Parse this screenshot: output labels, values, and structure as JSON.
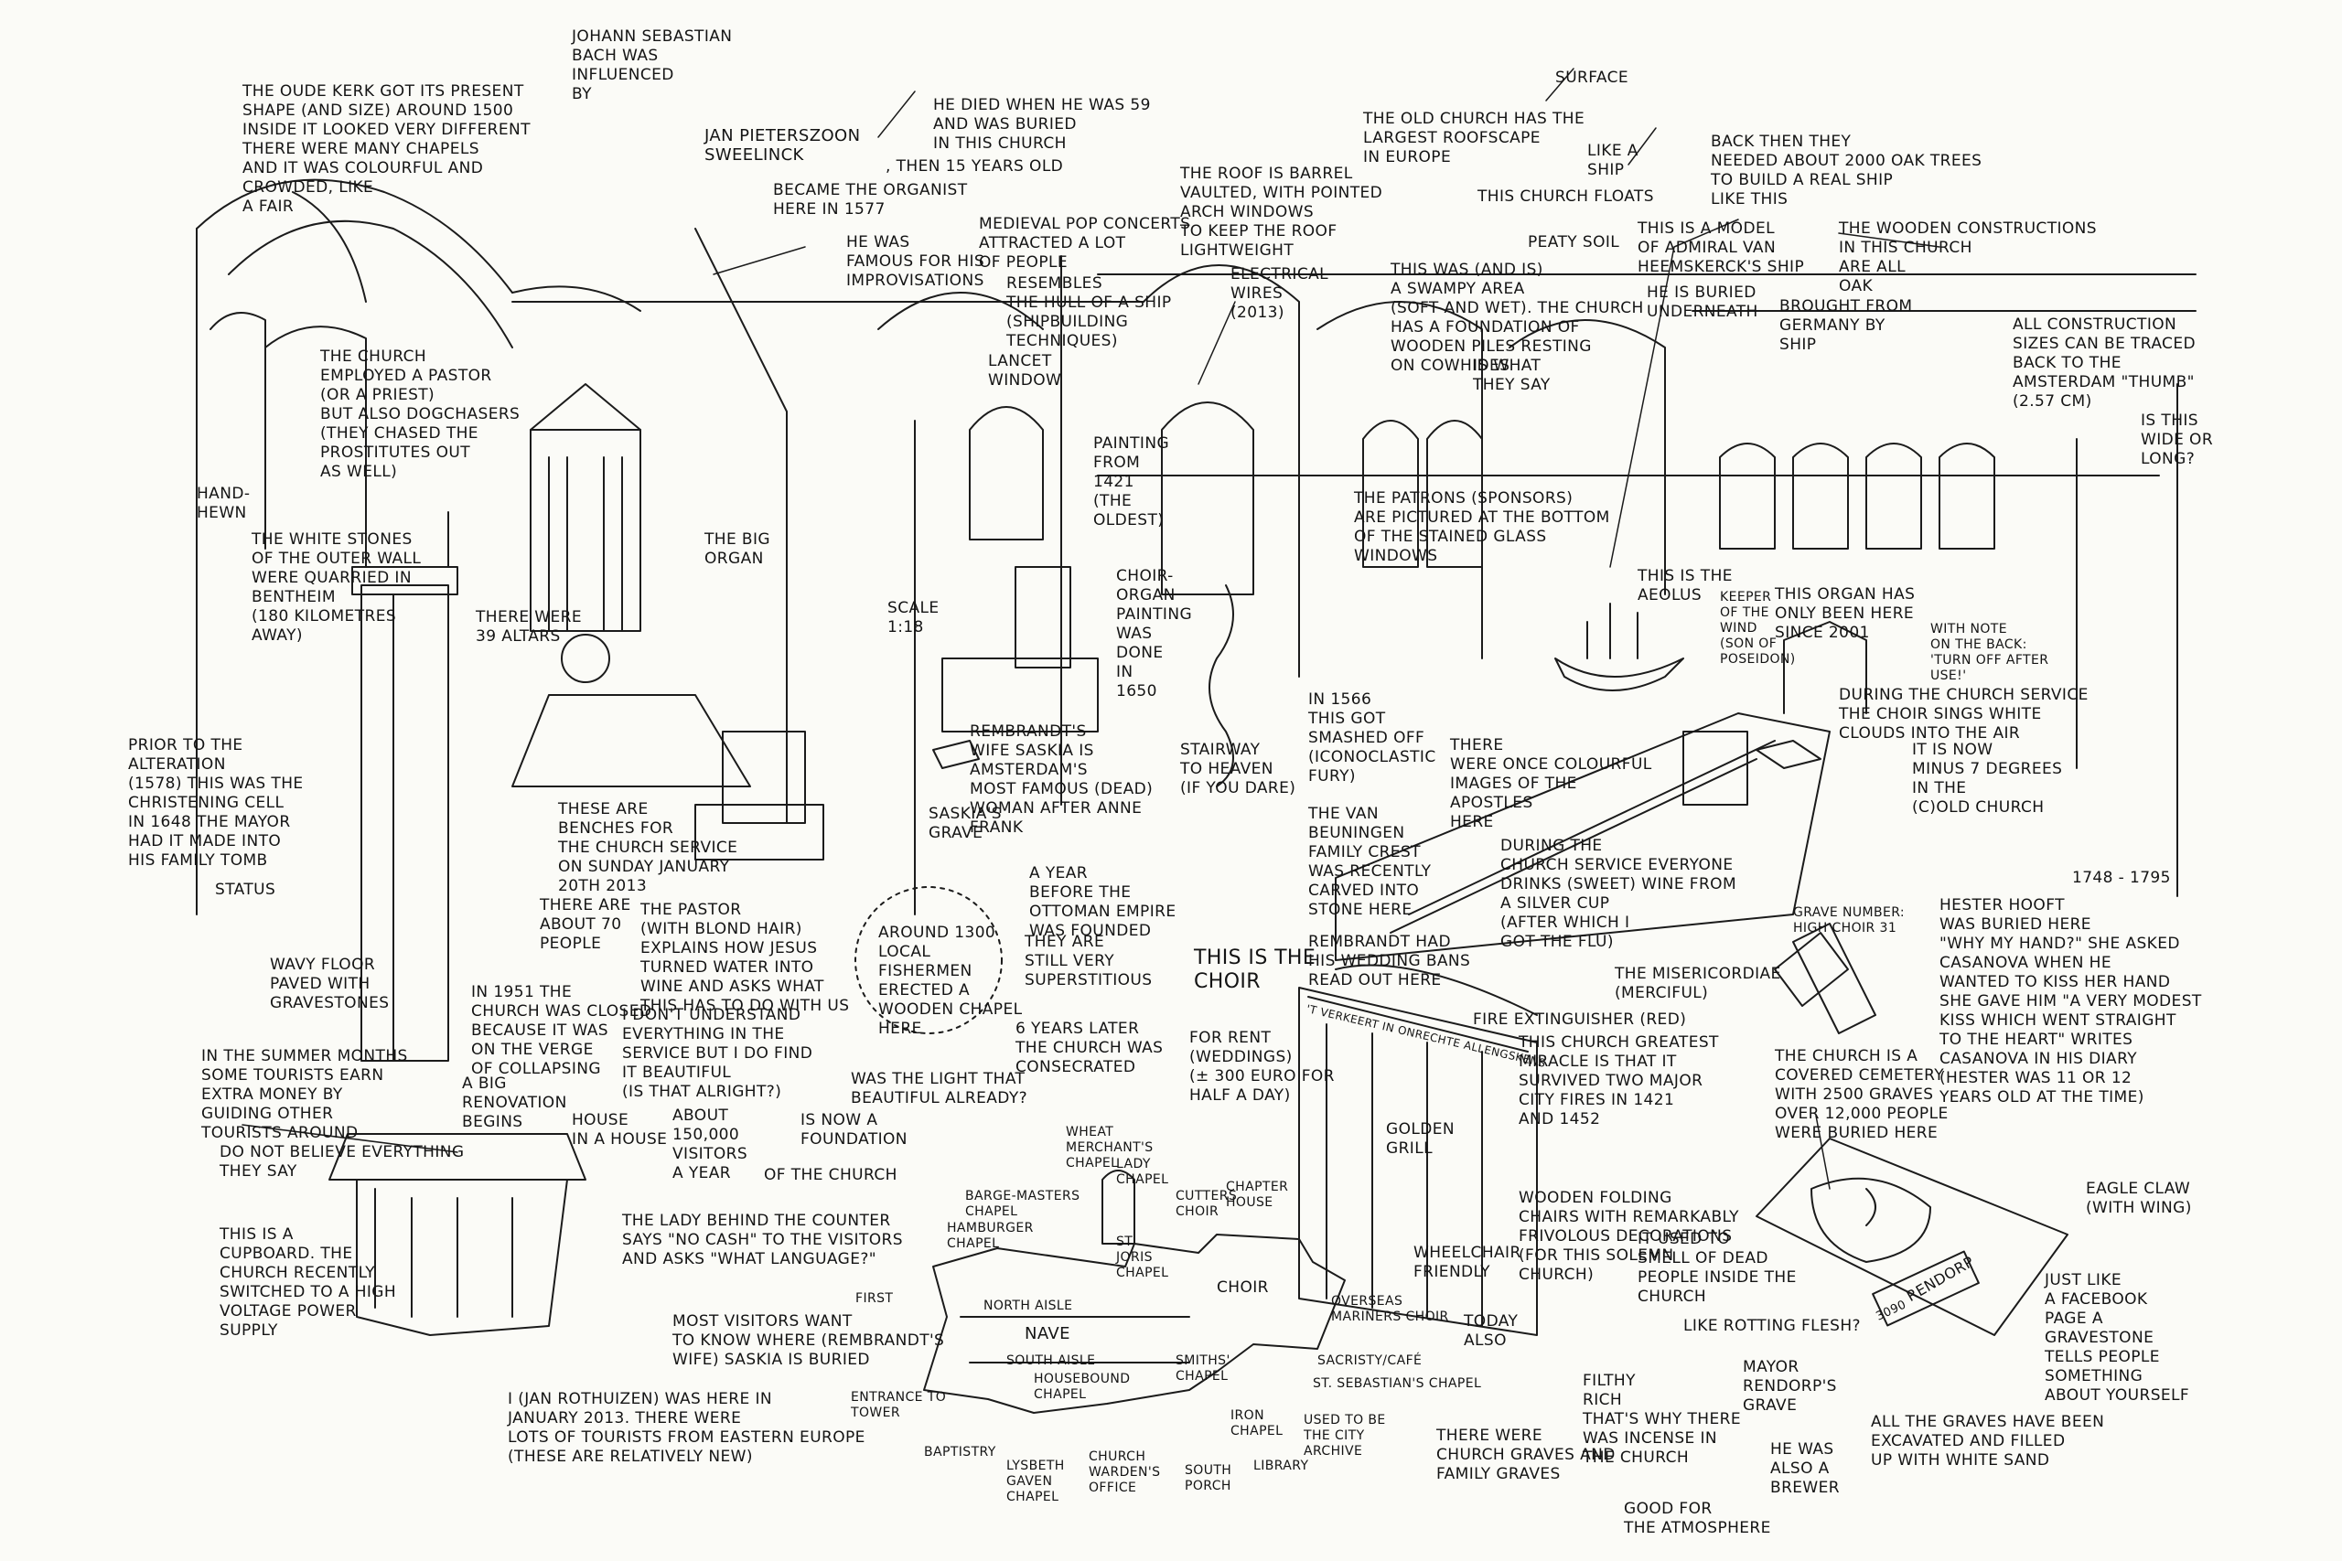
{
  "annotations": {
    "bach": "JOHANN SEBASTIAN\nBACH WAS\nINFLUENCED\nBY",
    "oude_kerk": "THE OUDE KERK GOT ITS PRESENT\nSHAPE (AND SIZE) AROUND 1500\nINSIDE IT LOOKED VERY DIFFERENT\nTHERE WERE MANY CHAPELS\nAND IT WAS COLOURFUL AND\nCROWDED, LIKE\nA FAIR",
    "sweelinck_name": "JAN PIETERSZOON\nSWEELINCK",
    "sweelinck_age": ", THEN 15 YEARS OLD",
    "sweelinck_organist": "BECAME THE ORGANIST\nHERE IN 1577",
    "died": "HE DIED WHEN HE WAS 59\nAND WAS BURIED\nIN THIS CHURCH",
    "famous": "HE WAS\nFAMOUS FOR HIS\nIMPROVISATIONS",
    "pop_concerts": "MEDIEVAL POP CONCERTS\nATTRACTED A LOT\nOF PEOPLE",
    "surface": "SURFACE",
    "largest_roofscape": "THE OLD CHURCH HAS THE\nLARGEST ROOFSCAPE\nIN EUROPE",
    "barrel_roof": "THE ROOF IS BARREL\nVAULTED, WITH POINTED\nARCH WINDOWS\nTO KEEP THE ROOF\nLIGHTWEIGHT",
    "like_a_ship": "LIKE A\nSHIP",
    "floats": "THIS CHURCH FLOATS",
    "peaty": "PEATY SOIL",
    "swampy": "THIS WAS (AND IS)\nA SWAMPY AREA\n(SOFT AND WET). THE CHURCH\nHAS A FOUNDATION OF\nWOODEN PILES RESTING\nON COWHIDES",
    "what_they_say": "IS WHAT\nTHEY SAY",
    "oak_trees": "BACK THEN THEY\nNEEDED ABOUT 2000 OAK TREES\nTO BUILD A REAL SHIP\nLIKE THIS",
    "model_ship": "THIS IS A MODEL\nOF ADMIRAL VAN\nHEEMSKERCK'S SHIP",
    "buried_underneath": "HE IS BURIED\nUNDERNEATH",
    "wooden_oak": "THE WOODEN CONSTRUCTIONS\nIN THIS CHURCH\nARE ALL\nOAK",
    "construction_thumb": "ALL CONSTRUCTION\nSIZES CAN BE TRACED\nBACK TO THE\nAMSTERDAM \"THUMB\"\n(2.57 CM)",
    "wide_long": "IS THIS\nWIDE OR\nLONG?",
    "resembles_hull": "RESEMBLES\nTHE HULL OF A SHIP\n(SHIPBUILDING\nTECHNIQUES)",
    "electrical": "ELECTRICAL\nWIRES\n(2013)",
    "germany": "BROUGHT FROM\nGERMANY BY\nSHIP",
    "lancet": "LANCET\nWINDOW",
    "pastor": "THE CHURCH\nEMPLOYED A PASTOR\n(OR A PRIEST)\nBUT ALSO DOGCHASERS\n(THEY CHASED THE\nPROSTITUTES OUT\nAS WELL)",
    "painting_1421": "PAINTING\nFROM\n1421\n(THE\nOLDEST)",
    "hand_hewn": "HAND-\nHEWN",
    "white_stones": "THE WHITE STONES\nOF THE OUTER WALL\nWERE QUARRIED IN\nBENTHEIM\n(180 KILOMETRES\nAWAY)",
    "big_organ": "THE BIG\nORGAN",
    "altars": "THERE WERE\n39 ALTARS",
    "scale": "SCALE\n1:18",
    "choir_organ": "CHOIR-\nORGAN\nPAINTING\nWAS\nDONE\nIN\n1650",
    "patrons": "THE PATRONS (SPONSORS)\nARE PICTURED AT THE BOTTOM\nOF THE STAINED GLASS\nWINDOWS",
    "aeolus": "THIS IS THE\nAEOLUS",
    "keeper": "KEEPER\nOF THE\nWIND\n(SON OF\nPOSEIDON)",
    "organ_2001": "THIS ORGAN HAS\nONLY BEEN HERE\nSINCE 2001",
    "note_back": "WITH NOTE\nON THE BACK:\n'TURN OFF AFTER\nUSE!'",
    "white_clouds": "DURING THE CHURCH SERVICE\nTHE CHOIR SINGS WHITE\nCLOUDS INTO THE AIR",
    "minus_7": "IT IS NOW\nMINUS 7 DEGREES\nIN THE\n(C)OLD CHURCH",
    "1566": "IN 1566\nTHIS GOT\nSMASHED OFF\n(ICONOCLASTIC\nFURY)",
    "apostles": "THERE\nWERE ONCE COLOURFUL\nIMAGES OF THE\nAPOSTLES\nHERE",
    "stairway": "STAIRWAY\nTO HEAVEN\n(IF YOU DARE)",
    "rembrandt_wife": "REMBRANDT'S\nWIFE SASKIA IS\nAMSTERDAM'S\nMOST FAMOUS (DEAD)\nWOMAN AFTER ANNE\nFRANK",
    "saskia_grave": "SASKIA'S\nGRAVE",
    "christening": "PRIOR TO THE\nALTERATION\n(1578) THIS WAS THE\nCHRISTENING CELL\nIN 1648 THE MAYOR\nHAD IT MADE INTO\nHIS FAMILY TOMB",
    "status": "STATUS",
    "benches": "THESE ARE\nBENCHES FOR\nTHE CHURCH SERVICE\nON SUNDAY JANUARY\n20TH 2013",
    "seventy": "THERE ARE\nABOUT 70\nPEOPLE",
    "pastor_blond": "THE PASTOR\n(WITH BLOND HAIR)\nEXPLAINS HOW JESUS\nTURNED WATER INTO\nWINE AND ASKS WHAT\nTHIS HAS TO DO WITH US",
    "dont_understand": "I DON'T UNDERSTAND\nEVERYTHING IN THE\nSERVICE BUT I DO FIND\nIT BEAUTIFUL\n(IS THAT ALRIGHT?)",
    "year_before": "A YEAR\nBEFORE THE\nOTTOMAN EMPIRE\nWAS FOUNDED",
    "around_1300": "AROUND 1300\nLOCAL\nFISHERMEN\nERECTED A\nWOODEN CHAPEL\nHERE",
    "superstitious": "THEY ARE\nSTILL VERY\nSUPERSTITIOUS",
    "six_years": "6 YEARS LATER\nTHE CHURCH WAS\nCONSECRATED",
    "light": "WAS THE LIGHT THAT\nBEAUTIFUL ALREADY?",
    "van_beuningen": "THE VAN\nBEUNINGEN\nFAMILY CREST\nWAS RECENTLY\nCARVED INTO\nSTONE HERE",
    "cup": "DURING THE\nCHURCH SERVICE EVERYONE\nDRINKS (SWEET) WINE FROM\nA SILVER CUP\n(AFTER WHICH I\nGOT THE FLU)",
    "choir": "THIS IS THE\nCHOIR",
    "wedding_bans": "REMBRANDT HAD\nHIS WEDDING BANS\nREAD OUT HERE",
    "for_rent": "FOR RENT\n(WEDDINGS)\n(± 300 EURO FOR\nHALF A DAY)",
    "misericordiae": "THE MISERICORDIAE\n(MERCIFUL)",
    "fire_ext": "FIRE EXTINGUISHER (RED)",
    "miracle": "THIS CHURCH GREATEST\nMIRACLE IS THAT IT\nSURVIVED TWO MAJOR\nCITY FIRES IN 1421\nAND 1452",
    "golden_grill": "GOLDEN\nGRILL",
    "hooft_dates": "1748 - 1795",
    "hooft": "HESTER HOOFT\nWAS BURIED HERE\n\"WHY MY HAND?\" SHE ASKED\nCASANOVA WHEN HE\nWANTED TO KISS HER HAND\nSHE GAVE HIM \"A VERY MODEST\nKISS WHICH WENT STRAIGHT\nTO THE HEART\" WRITES\nCASANOVA IN HIS DIARY\n(HESTER WAS 11 OR 12\nYEARS OLD AT THE TIME)",
    "grave_number": "GRAVE NUMBER:\nHIGH CHOIR 31",
    "cemetery": "THE CHURCH IS A\nCOVERED CEMETERY\nWITH 2500 GRAVES\nOVER 12,000 PEOPLE\nWERE BURIED HERE",
    "wavy": "WAVY FLOOR\nPAVED WITH\nGRAVESTONES",
    "closed_1951": "IN 1951 THE\nCHURCH WAS CLOSED\nBECAUSE IT WAS\nON THE VERGE\nOF COLLAPSING",
    "renovation": "A BIG\nRENOVATION\nBEGINS",
    "summer": "IN THE SUMMER MONTHS\nSOME TOURISTS EARN\nEXTRA MONEY BY\nGUIDING OTHER\nTOURISTS AROUND",
    "do_not_believe": "DO NOT BELIEVE EVERYTHING\nTHEY SAY",
    "house": "HOUSE\nIN A HOUSE",
    "visitors": "ABOUT\n150,000\nVISITORS\nA YEAR",
    "foundation": "IS NOW A\nFOUNDATION",
    "of_the_church": "OF THE CHURCH",
    "no_cash": "THE LADY BEHIND THE COUNTER\nSAYS \"NO CASH\" TO THE VISITORS\nAND ASKS \"WHAT LANGUAGE?\"",
    "first": "FIRST",
    "know_where": "MOST VISITORS WANT\nTO KNOW WHERE (REMBRANDT'S\nWIFE) SASKIA IS BURIED",
    "cupboard": "THIS IS A\nCUPBOARD. THE\nCHURCH RECENTLY\nSWITCHED TO A HIGH\nVOLTAGE POWER\nSUPPLY",
    "jan": "I (JAN ROTHUIZEN) WAS HERE IN\nJANUARY 2013. THERE WERE\nLOTS OF TOURISTS FROM EASTERN EUROPE\n(THESE ARE RELATIVELY NEW)",
    "wooden_chairs": "WOODEN FOLDING\nCHAIRS WITH REMARKABLY\nFRIVOLOUS DECORATIONS\n(FOR THIS SOLEMN\nCHURCH)",
    "smell": "IT USED TO\nSMELL OF DEAD\nPEOPLE INSIDE THE\nCHURCH",
    "rotting": "LIKE ROTTING FLESH?",
    "wheelchair": "WHEELCHAIR\nFRIENDLY",
    "today_also": "TODAY\nALSO",
    "filthy_rich": "FILTHY\nRICH\nTHAT'S WHY THERE\nWAS INCENSE IN\nTHE CHURCH",
    "good_for": "GOOD FOR\nTHE ATMOSPHERE",
    "church_graves": "THERE WERE\nCHURCH GRAVES AND\nFAMILY GRAVES",
    "mayor_grave": "MAYOR\nRENDORP'S\nGRAVE",
    "brewer": "HE WAS\nALSO A\nBREWER",
    "eagle_claw": "EAGLE CLAW\n(WITH WING)",
    "facebook": "JUST LIKE\nA FACEBOOK\nPAGE A\nGRAVESTONE\nTELLS PEOPLE\nSOMETHING\nABOUT YOURSELF",
    "all_graves": "ALL THE GRAVES HAVE BEEN\nEXCAVATED AND FILLED\nUP WITH WHITE SAND"
  },
  "floor_plan": {
    "barge_masters": "BARGE-MASTERS\nCHAPEL",
    "wheat_merchants": "WHEAT\nMERCHANT'S\nCHAPEL",
    "lady_chapel": "LADY\nCHAPEL",
    "cutters_choir": "CUTTERS\nCHOIR",
    "chapter_house": "CHAPTER\nHOUSE",
    "hamburger": "HAMBURGER\nCHAPEL",
    "st_joris": "ST\nJORIS\nCHAPEL",
    "north_aisle": "NORTH AISLE",
    "nave": "NAVE",
    "south_aisle": "SOUTH AISLE",
    "choir": "CHOIR",
    "overseas": "OVERSEAS\nMARINERS CHOIR",
    "sacristy": "SACRISTY/CAFÉ",
    "st_sebastian": "ST. SEBASTIAN'S CHAPEL",
    "entrance": "ENTRANCE TO\nTOWER",
    "houseground": "HOUSEBOUND\nCHAPEL",
    "smiths": "SMITHS'\nCHAPEL",
    "iron": "IRON\nCHAPEL",
    "library": "LIBRARY",
    "city_archive": "USED TO BE\nTHE CITY\nARCHIVE",
    "baptistry": "BAPTISTRY",
    "lysbeth": "LYSBETH\nGAVEN\nCHAPEL",
    "wardens": "CHURCH\nWARDEN'S\nOFFICE",
    "south_porch": "SOUTH\nPORCH"
  },
  "inscriptions": {
    "choir_screen": "'T VERKEERT IN ONRECHTE ALLENGSKENS",
    "rendorp": "RENDORP",
    "grave_3090": "3090"
  }
}
